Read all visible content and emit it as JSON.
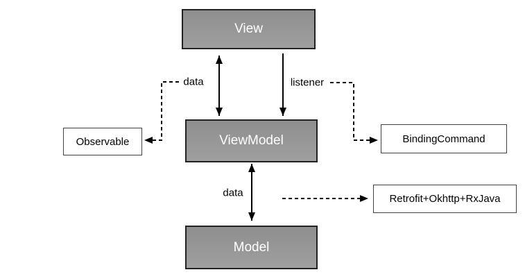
{
  "diagram": {
    "nodes": {
      "view": {
        "label": "View"
      },
      "viewmodel": {
        "label": "ViewModel"
      },
      "model": {
        "label": "Model"
      },
      "observable": {
        "label": "Observable"
      },
      "bindingcommand": {
        "label": "BindingCommand"
      },
      "retrofit": {
        "label": "Retrofit+Okhttp+RxJava"
      }
    },
    "edge_labels": {
      "view_viewmodel_data": "data",
      "view_viewmodel_listener": "listener",
      "viewmodel_model_data": "data"
    },
    "colors": {
      "node_fill_top": "#8e8e8e",
      "node_fill_bottom": "#9f9f9f",
      "node_border": "#222222",
      "label_box_border": "#404040",
      "node_text": "#ffffff",
      "edge_text": "#000000",
      "arrow": "#000000",
      "background": "#ffffff"
    }
  }
}
